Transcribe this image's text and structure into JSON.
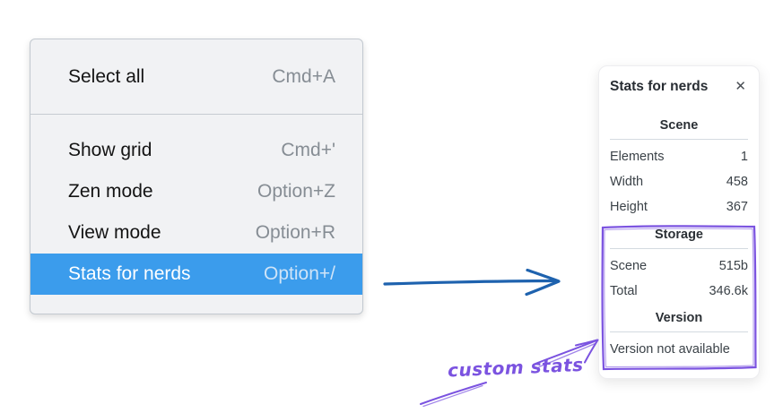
{
  "menu": {
    "items": [
      {
        "label": "Select all",
        "shortcut": "Cmd+A"
      },
      {
        "label": "Show grid",
        "shortcut": "Cmd+'"
      },
      {
        "label": "Zen mode",
        "shortcut": "Option+Z"
      },
      {
        "label": "View mode",
        "shortcut": "Option+R"
      },
      {
        "label": "Stats for nerds",
        "shortcut": "Option+/"
      }
    ],
    "highlighted_item": "Stats for nerds",
    "highlight_color": "#3b9cec"
  },
  "stats_panel": {
    "title": "Stats for nerds",
    "sections": {
      "scene": {
        "header": "Scene",
        "rows": [
          {
            "label": "Elements",
            "value": "1"
          },
          {
            "label": "Width",
            "value": "458"
          },
          {
            "label": "Height",
            "value": "367"
          }
        ]
      },
      "storage": {
        "header": "Storage",
        "rows": [
          {
            "label": "Scene",
            "value": "515b"
          },
          {
            "label": "Total",
            "value": "346.6k"
          }
        ]
      },
      "version": {
        "header": "Version",
        "note": "Version not available"
      }
    }
  },
  "annotation": {
    "label": "custom stats",
    "color": "#7b53e0"
  },
  "arrow": {
    "color": "#1e62ae"
  },
  "icons": {
    "close": "✕"
  }
}
